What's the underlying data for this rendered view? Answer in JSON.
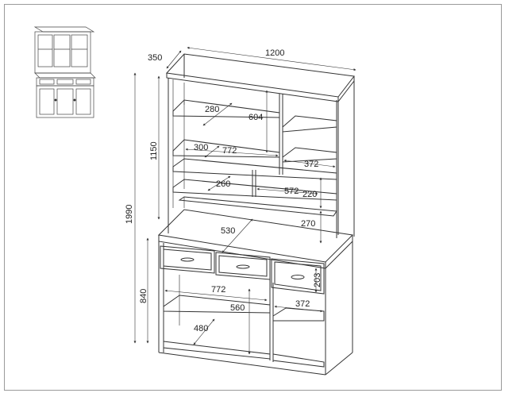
{
  "diagram": {
    "dimensions": {
      "depth_top": "350",
      "width": "1200",
      "total_height": "1990",
      "upper_height": "1150",
      "lower_height": "840",
      "shelf_depth_280": "280",
      "upper_inner_height": "604",
      "shelf_depth_300": "300",
      "upper_inner_width": "772",
      "side_compartment_width": "372",
      "lower_shelf_depth": "260",
      "lower_compartment_width": "572",
      "lower_compartment_height": "220",
      "niche_height": "270",
      "counter_depth": "530",
      "drawer_height": "203",
      "base_inner_width": "772",
      "base_inner_height": "560",
      "base_side_width": "372",
      "base_shelf_depth": "480"
    }
  }
}
